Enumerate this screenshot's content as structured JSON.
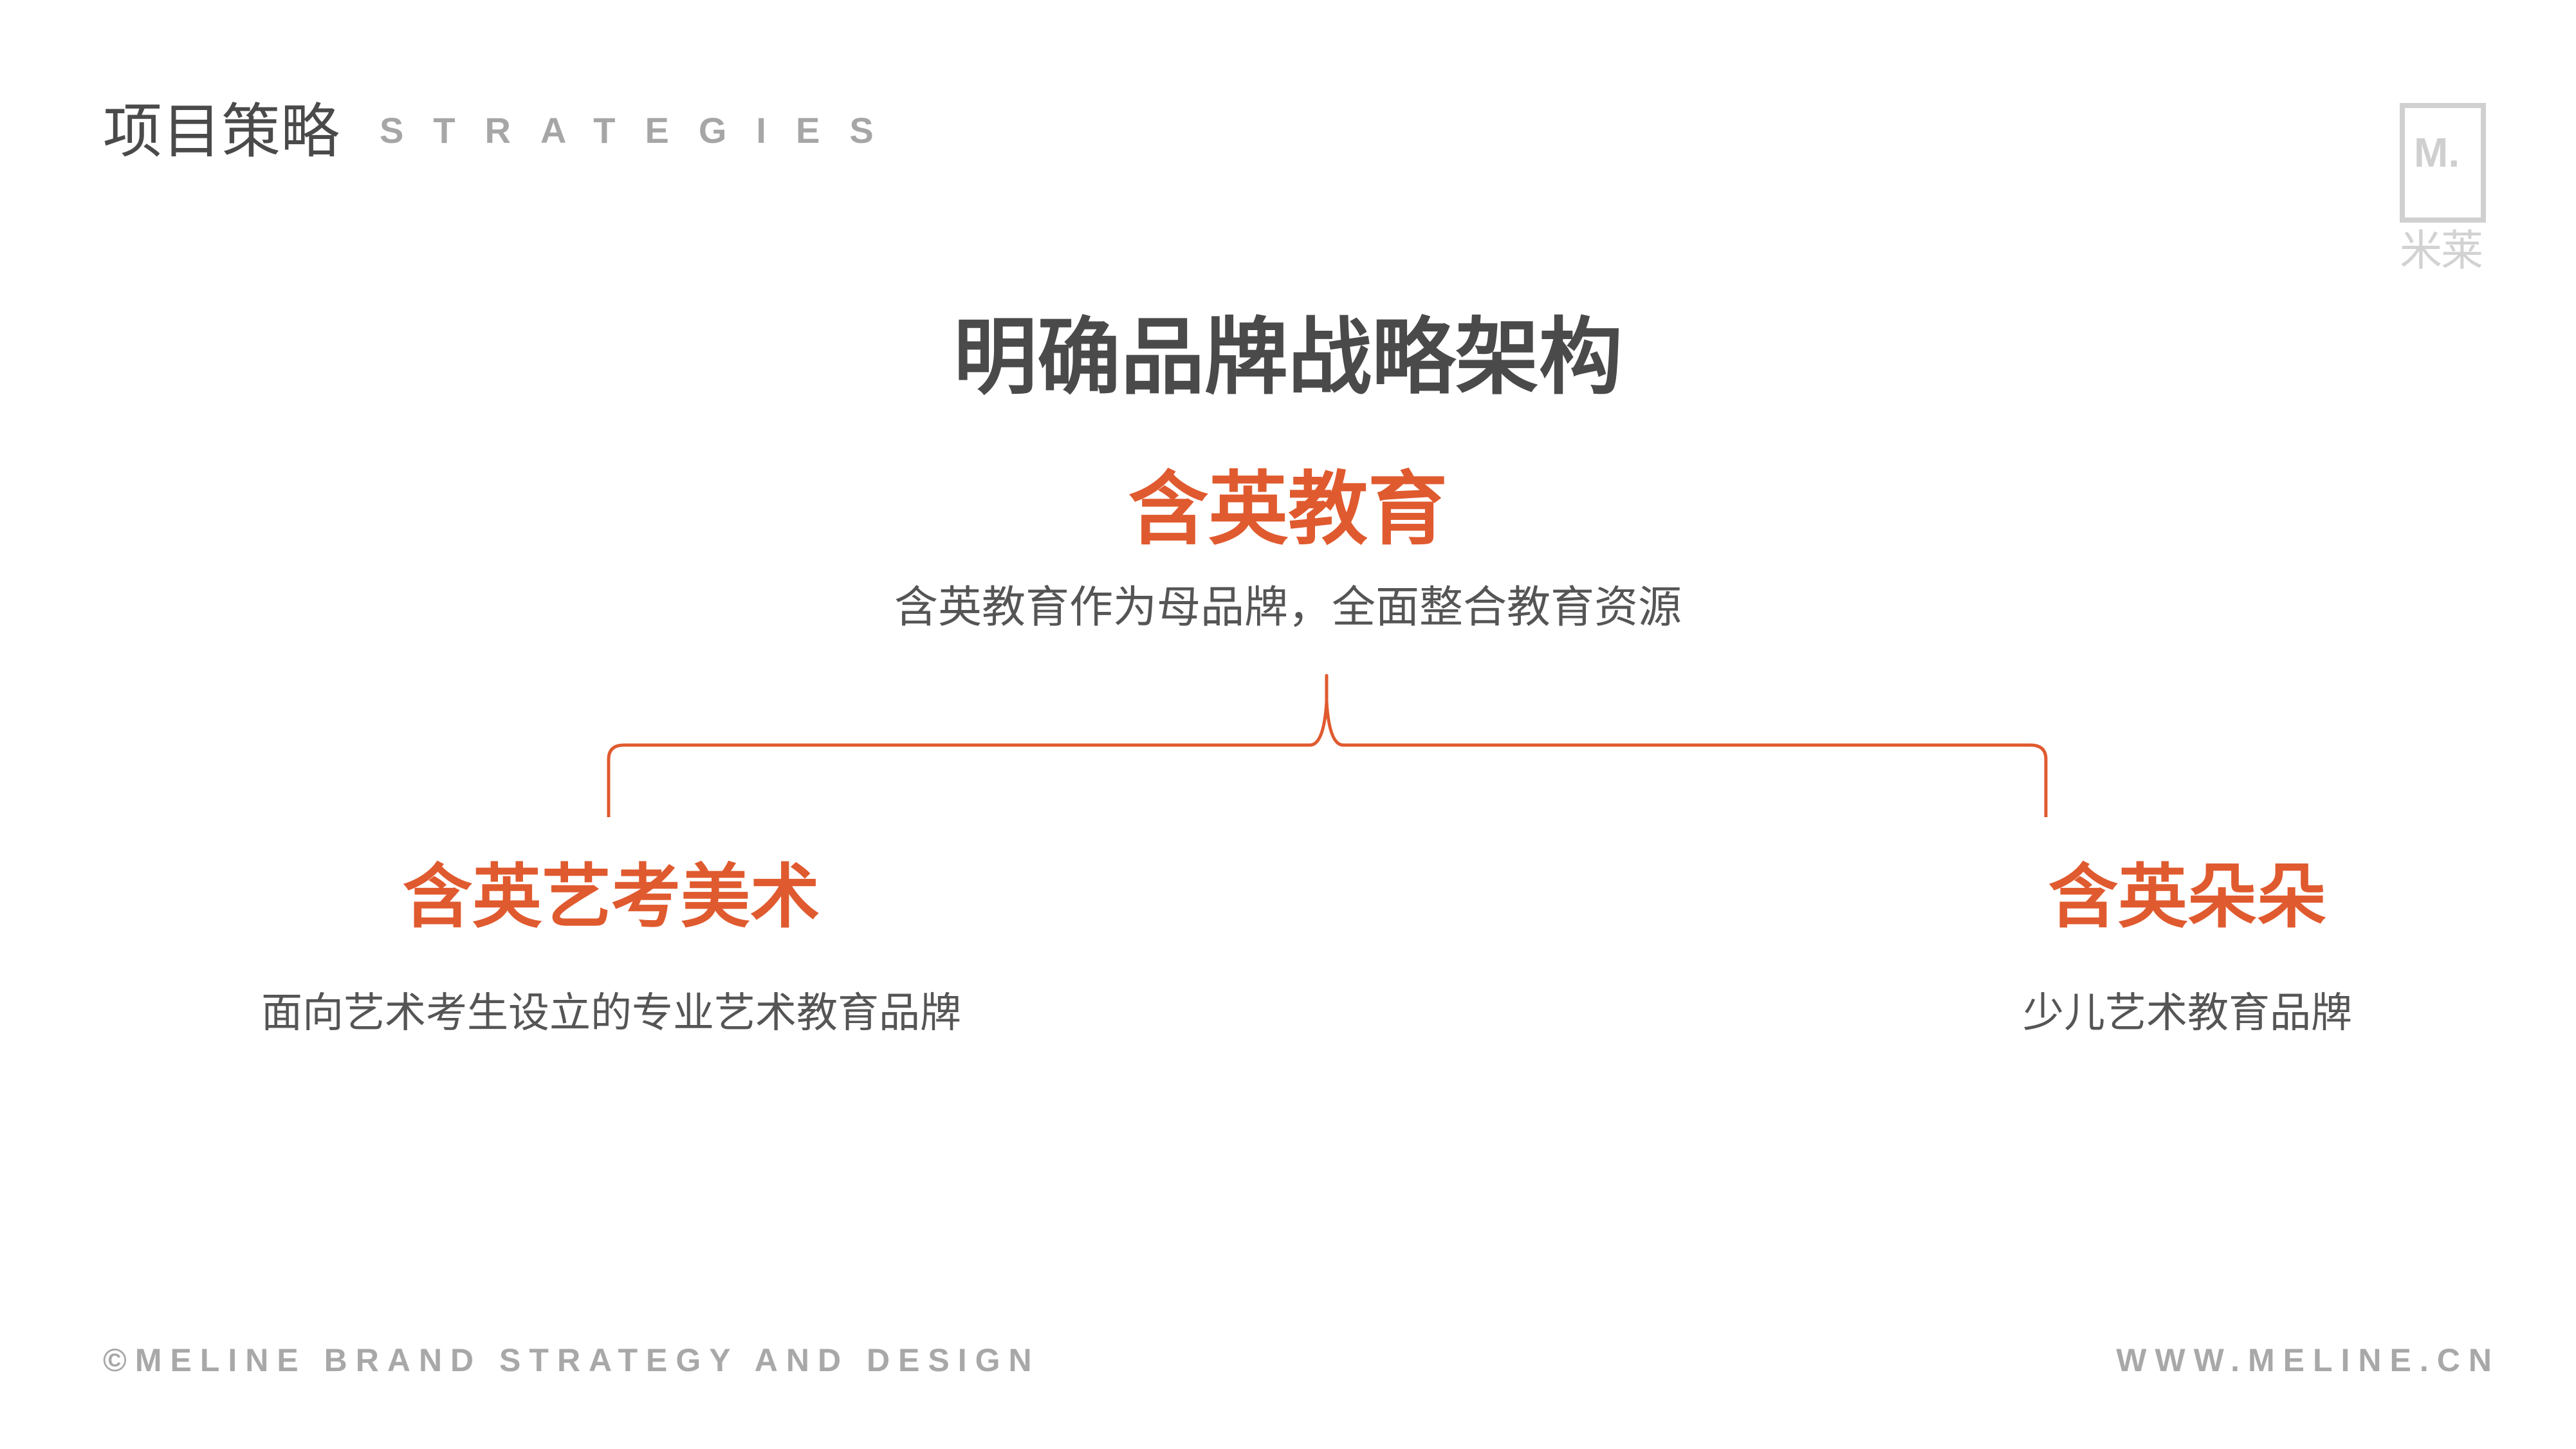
{
  "header": {
    "title_cn": "项目策略",
    "title_en": "STRATEGIES"
  },
  "logo": {
    "mark": "M.",
    "name_cn": "米莱"
  },
  "diagram": {
    "title": "明确品牌战略架构",
    "parent": {
      "name": "含英教育",
      "description": "含英教育作为母品牌，全面整合教育资源"
    },
    "children": [
      {
        "name": "含英艺考美术",
        "description": "面向艺术考生设立的专业艺术教育品牌"
      },
      {
        "name": "含英朵朵",
        "description": "少儿艺术教育品牌"
      }
    ]
  },
  "footer": {
    "left": "©MELINE BRAND STRATEGY AND DESIGN",
    "right": "WWW.MELINE.CN"
  },
  "colors": {
    "accent": "#e05a2f",
    "heading": "#4a4a4a",
    "body_text": "#555555",
    "muted": "#a8a8a8"
  }
}
